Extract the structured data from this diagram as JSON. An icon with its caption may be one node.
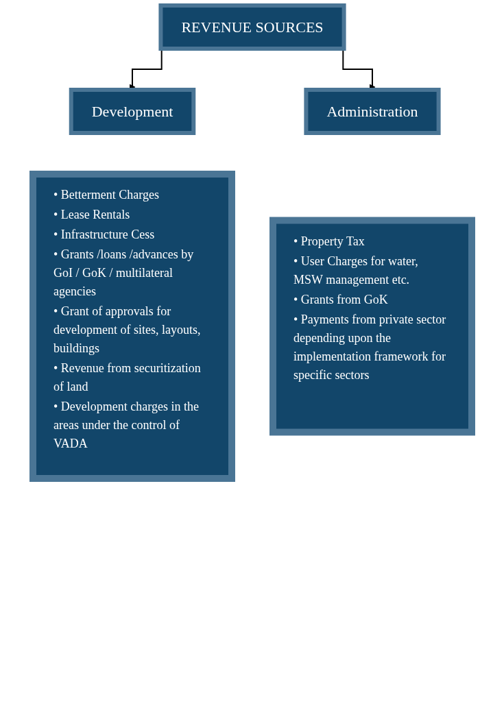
{
  "diagram": {
    "nodes": [
      {
        "text": [
          "REVENUE SOURCES"
        ]
      },
      {
        "text": [
          "Development"
        ]
      },
      {
        "text": [
          "Administration"
        ]
      },
      {
        "text": [
          "• Betterment Charges",
          "• Lease Rentals",
          "• Infrastructure Cess",
          "• Grants /loans /advances by GoI / GoK / multilateral agencies",
          "• Grant of approvals for development of sites, layouts, buildings",
          "• Revenue from securitization of land",
          "• Development charges in the areas under the control of VADA"
        ]
      },
      {
        "text": [
          "• Property Tax",
          "• User Charges for water, MSW management etc.",
          "• Grants from GoK",
          "• Payments from private sector depending upon the implementation framework for specific sectors"
        ]
      }
    ],
    "edges": [
      {
        "from": 0,
        "to": 1,
        "arrow": "to"
      },
      {
        "from": 0,
        "to": 2,
        "arrow": "to"
      }
    ]
  }
}
